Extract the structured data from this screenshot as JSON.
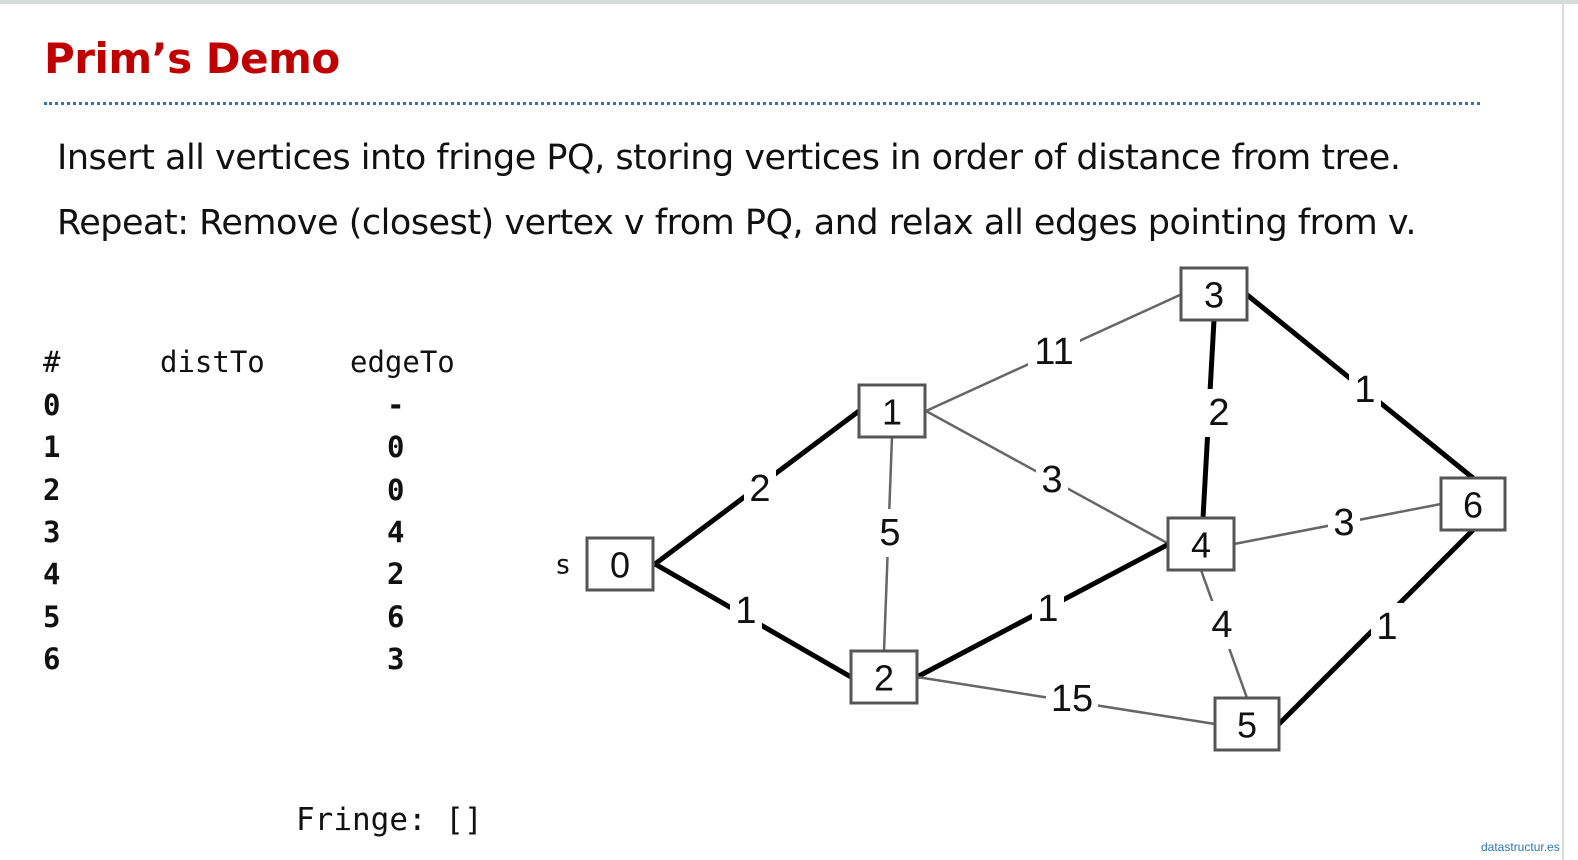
{
  "slide": {
    "title": "Prim’s Demo",
    "line1": "Insert all vertices into fringe PQ, storing vertices in order of distance from tree.",
    "line2": "Repeat: Remove (closest) vertex v from PQ, and relax all edges pointing from v.",
    "credit": "datastructur.es"
  },
  "table": {
    "headers": {
      "id": "#",
      "distTo": "distTo",
      "edgeTo": "edgeTo"
    },
    "rows": [
      {
        "id": "0",
        "distTo": "",
        "edgeTo": "-"
      },
      {
        "id": "1",
        "distTo": "",
        "edgeTo": "0"
      },
      {
        "id": "2",
        "distTo": "",
        "edgeTo": "0"
      },
      {
        "id": "3",
        "distTo": "",
        "edgeTo": "4"
      },
      {
        "id": "4",
        "distTo": "",
        "edgeTo": "2"
      },
      {
        "id": "5",
        "distTo": "",
        "edgeTo": "6"
      },
      {
        "id": "6",
        "distTo": "",
        "edgeTo": "3"
      }
    ]
  },
  "fringe": "Fringe: []",
  "graph": {
    "source_label": "s",
    "tree_color": "#000000",
    "nontree_color": "#666666",
    "nodes": [
      {
        "id": "0",
        "label": "0"
      },
      {
        "id": "1",
        "label": "1"
      },
      {
        "id": "2",
        "label": "2"
      },
      {
        "id": "3",
        "label": "3"
      },
      {
        "id": "4",
        "label": "4"
      },
      {
        "id": "5",
        "label": "5"
      },
      {
        "id": "6",
        "label": "6"
      }
    ],
    "edges": [
      {
        "from": "0",
        "to": "1",
        "weight": "2",
        "in_tree": true
      },
      {
        "from": "0",
        "to": "2",
        "weight": "1",
        "in_tree": true
      },
      {
        "from": "1",
        "to": "2",
        "weight": "5",
        "in_tree": false
      },
      {
        "from": "1",
        "to": "3",
        "weight": "11",
        "in_tree": false
      },
      {
        "from": "1",
        "to": "4",
        "weight": "3",
        "in_tree": false
      },
      {
        "from": "2",
        "to": "4",
        "weight": "1",
        "in_tree": true
      },
      {
        "from": "2",
        "to": "5",
        "weight": "15",
        "in_tree": false
      },
      {
        "from": "3",
        "to": "4",
        "weight": "2",
        "in_tree": true
      },
      {
        "from": "3",
        "to": "6",
        "weight": "1",
        "in_tree": true
      },
      {
        "from": "4",
        "to": "6",
        "weight": "3",
        "in_tree": false
      },
      {
        "from": "4",
        "to": "5",
        "weight": "4",
        "in_tree": false
      },
      {
        "from": "5",
        "to": "6",
        "weight": "1",
        "in_tree": true
      }
    ]
  }
}
